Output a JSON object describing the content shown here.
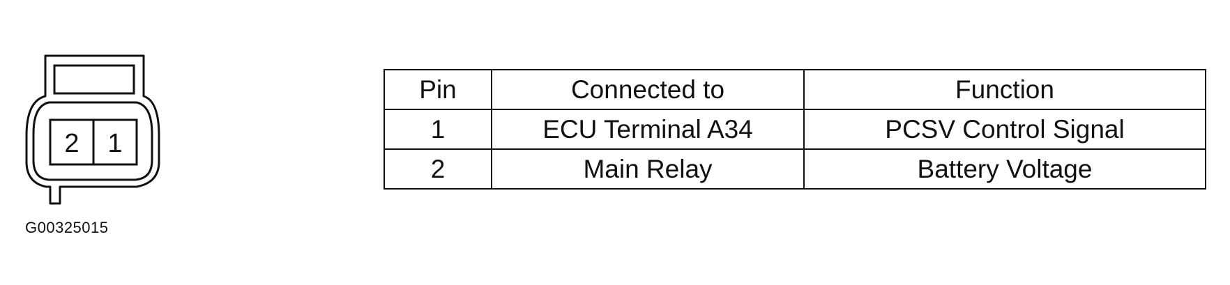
{
  "connector": {
    "pins": [
      "2",
      "1"
    ]
  },
  "figure_code": "G00325015",
  "pin_table": {
    "headers": [
      "Pin",
      "Connected to",
      "Function"
    ],
    "rows": [
      [
        "1",
        "ECU Terminal A34",
        "PCSV Control Signal"
      ],
      [
        "2",
        "Main Relay",
        "Battery Voltage"
      ]
    ]
  }
}
